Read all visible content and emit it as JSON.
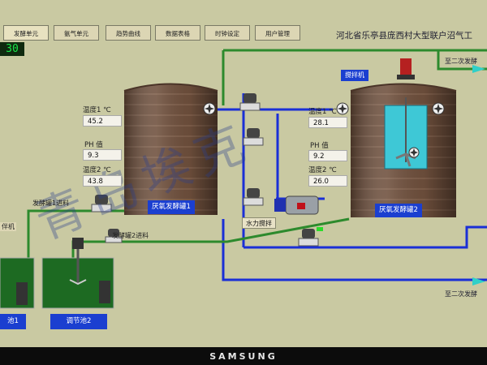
{
  "nav": {
    "items": [
      {
        "label": "发酵单元",
        "active": true
      },
      {
        "label": "氨气单元"
      },
      {
        "label": "趋势曲线"
      },
      {
        "label": "数据表格"
      },
      {
        "label": "时钟设定"
      },
      {
        "label": "用户管理"
      }
    ]
  },
  "title": "河北省乐亭县庞西村大型联户沼气工",
  "counter": "30",
  "tank1": {
    "name": "厌氧发酵罐1",
    "temp1_label": "温度1 ℃",
    "temp1_value": "45.2",
    "ph_label": "PH 值",
    "ph_value": "9.3",
    "temp2_label": "温度2 ℃",
    "temp2_value": "43.8"
  },
  "tank2": {
    "name": "厌氧发酵罐2",
    "temp1_label": "温度1 ℃",
    "temp1_value": "28.1",
    "ph_label": "PH 值",
    "ph_value": "9.2",
    "temp2_label": "温度2 ℃",
    "temp2_value": "26.0",
    "mixer_label": "搅拌机"
  },
  "feed1_label": "发酵罐1进料",
  "feed2_label": "发酵罐2进料",
  "hydraulic_mix_label": "水力搅拌",
  "left_mixer_label": "伴机",
  "pool1_label": "池1",
  "pool2_label": "调节池2",
  "to_secondary_top": "至二次发酵",
  "to_secondary_bottom": "至二次发酵",
  "watermark": "青岛埃克",
  "brand": "SAMSUNG",
  "colors": {
    "background": "#c9c9a2",
    "pipe_green": "#2d8a2d",
    "pipe_blue": "#1a2fd6",
    "tank_brown": "#6e4f3c",
    "label_blue": "#1b3fd0"
  }
}
